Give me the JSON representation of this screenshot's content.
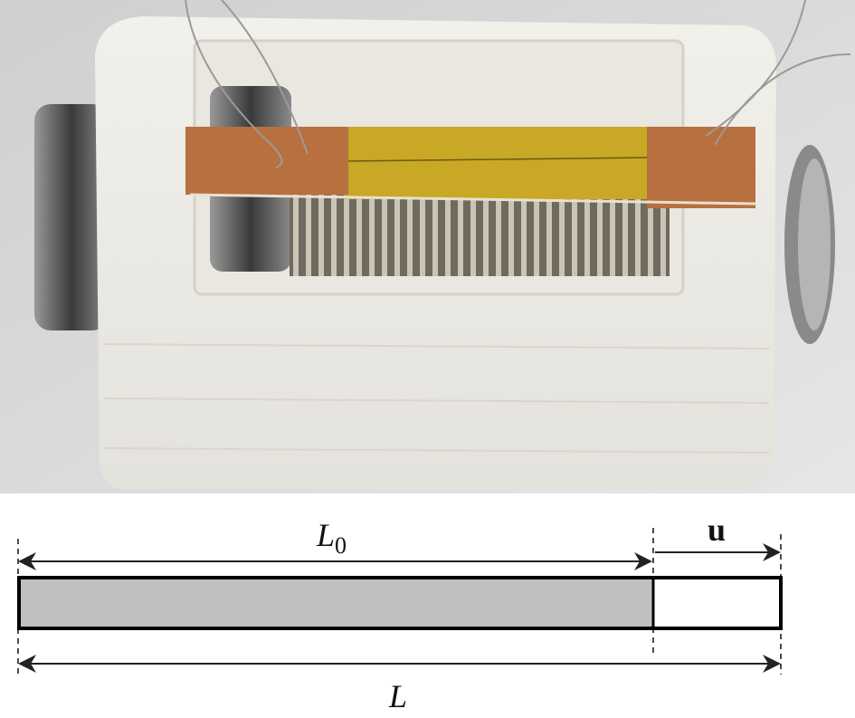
{
  "photo": {
    "subject": "sensor-assembly"
  },
  "diagram": {
    "label_L0": "L",
    "label_L0_sub": "0",
    "label_u": "u",
    "label_L": "L"
  },
  "colors": {
    "bar_fill": "#c0c0c0",
    "extension_fill": "#ffffff",
    "stroke": "#000000"
  }
}
